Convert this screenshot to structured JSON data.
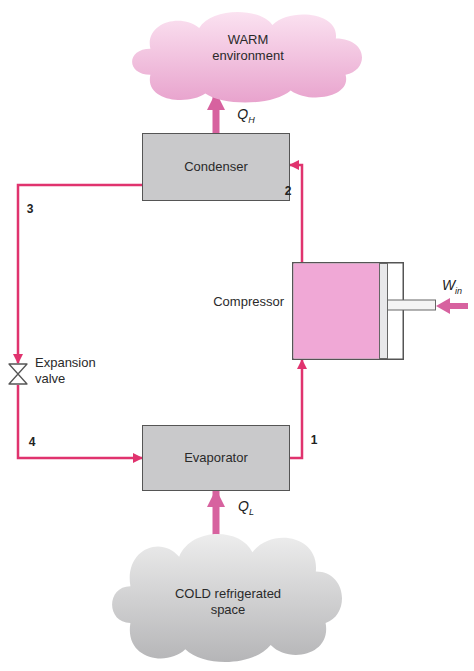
{
  "diagram": {
    "nodes": [
      {
        "text": [
          "WARM environment"
        ]
      },
      {
        "text": [
          "Condenser"
        ]
      },
      {
        "text": [
          "Compressor"
        ]
      },
      {
        "text": [
          "Expansion valve"
        ]
      },
      {
        "text": [
          "Evaporator"
        ]
      },
      {
        "text": [
          "COLD refrigerated space"
        ]
      }
    ],
    "edges": [
      {
        "from": 2,
        "to": 1,
        "arrow": "to",
        "label": "2"
      },
      {
        "from": 1,
        "to": 3,
        "arrow": "to",
        "label": "3"
      },
      {
        "from": 3,
        "to": 4,
        "arrow": "to",
        "label": "4"
      },
      {
        "from": 4,
        "to": 2,
        "arrow": "to",
        "label": "1"
      },
      {
        "from": 1,
        "to": 0,
        "arrow": "to",
        "label": "QH"
      },
      {
        "from": 5,
        "to": 4,
        "arrow": "to",
        "label": "QL"
      }
    ],
    "labels": [
      "Win"
    ]
  }
}
